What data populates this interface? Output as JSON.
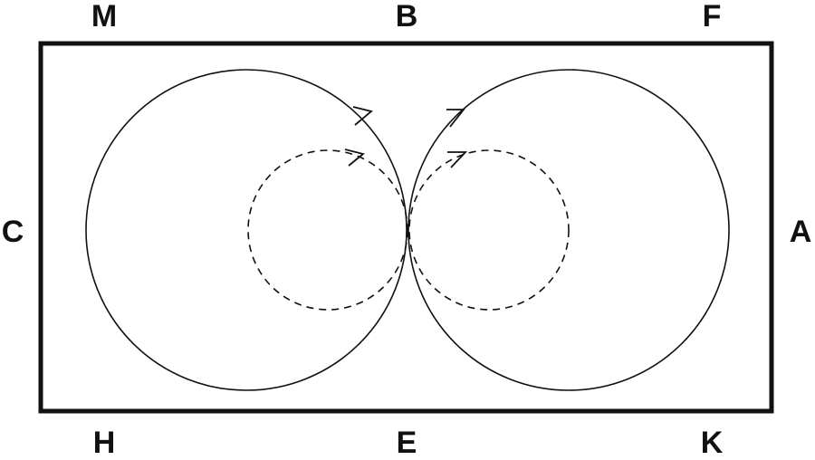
{
  "labels": {
    "M": "M",
    "B": "B",
    "F": "F",
    "C": "C",
    "A": "A",
    "H": "H",
    "E": "E",
    "K": "K"
  },
  "colors": {
    "stroke": "#111111",
    "background": "#ffffff"
  }
}
